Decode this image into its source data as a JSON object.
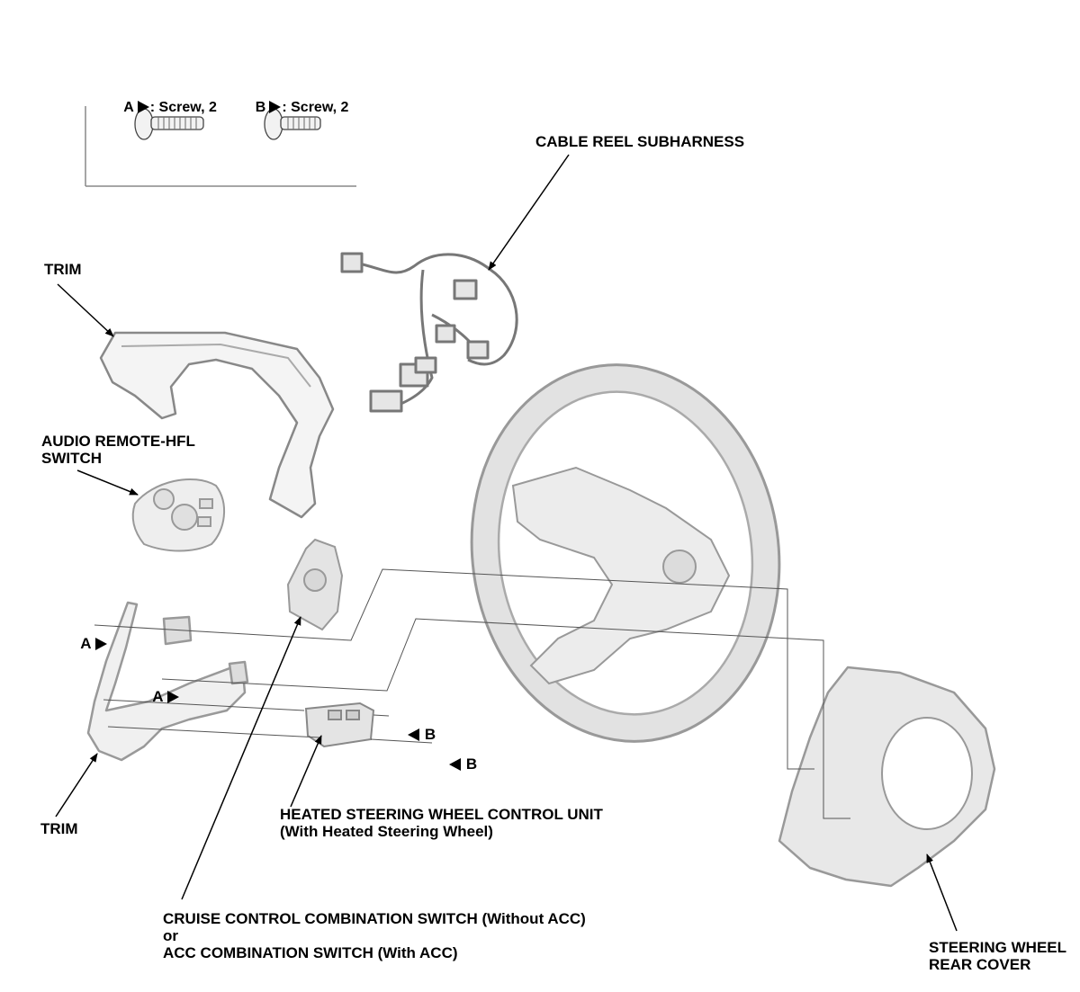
{
  "legend": {
    "screw_a": {
      "letter": "A",
      "text": ": Screw, 2"
    },
    "screw_b": {
      "letter": "B",
      "text": ": Screw, 2"
    }
  },
  "labels": {
    "cable_reel_subharness": "CABLE REEL SUBHARNESS",
    "trim_upper": "TRIM",
    "audio_remote_switch": "AUDIO REMOTE-HFL\nSWITCH",
    "trim_lower": "TRIM",
    "heated_control_unit": "HEATED STEERING WHEEL CONTROL UNIT\n(With Heated Steering Wheel)",
    "cruise_switch": "CRUISE CONTROL COMBINATION SWITCH (Without ACC)\nor\nACC COMBINATION SWITCH (With ACC)",
    "rear_cover": "STEERING WHEEL\nREAR COVER"
  },
  "callouts": {
    "a_upper": "A",
    "a_lower": "A",
    "b_upper": "B",
    "b_lower": "B"
  }
}
